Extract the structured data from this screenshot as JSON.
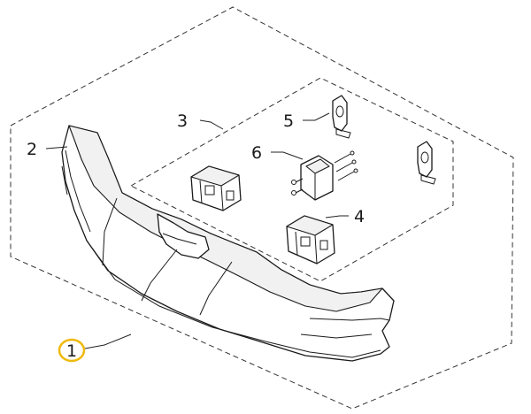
{
  "callouts": {
    "c1": "1",
    "c2": "2",
    "c3": "3",
    "c4": "4",
    "c5": "5",
    "c6": "6"
  },
  "highlight": {
    "callout": "1",
    "color": "#f0b90b"
  },
  "colors": {
    "line": "#1a1a1a",
    "background": "#ffffff"
  }
}
